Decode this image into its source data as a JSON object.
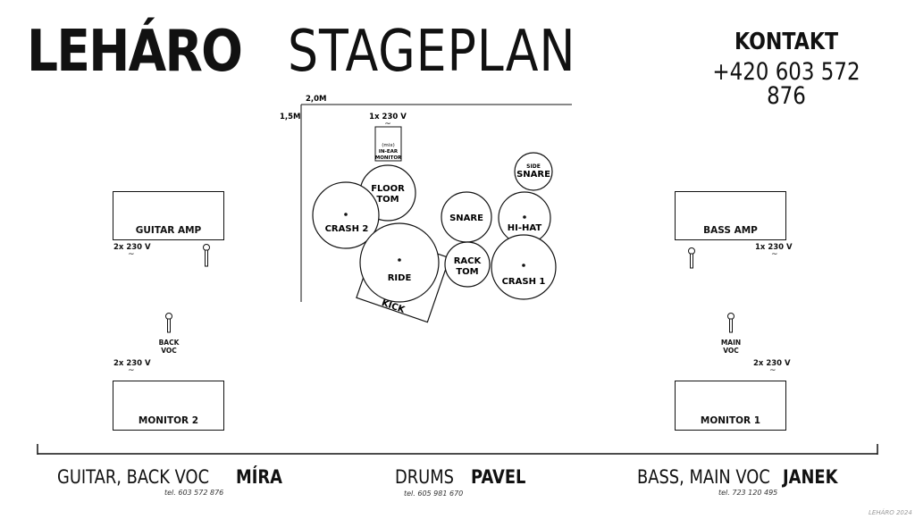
{
  "header": {
    "brand": "LEHÁRO",
    "title": "STAGEPLAN",
    "contact_label": "KONTAKT",
    "contact_phone": "+420 603 572 876"
  },
  "riser": {
    "width_label": "2,0M",
    "depth_label": "1,5M",
    "power_label": "1x 230 V",
    "power_symbol": "~",
    "in_ear_prefix": "(mix)",
    "in_ear_line1": "IN-EAR",
    "in_ear_line2": "MONITOR"
  },
  "drums": {
    "floor_tom_1": "FLOOR",
    "floor_tom_2": "TOM",
    "crash2": "CRASH 2",
    "ride": "RIDE",
    "kick": "KICK",
    "snare": "SNARE",
    "rack_tom_1": "RACK",
    "rack_tom_2": "TOM",
    "side_snare_1": "SIDE",
    "side_snare_2": "SNARE",
    "hihat": "HI-HAT",
    "crash1": "CRASH 1"
  },
  "left": {
    "amp_label": "GUITAR AMP",
    "amp_power": "2x 230 V",
    "mic_label_1": "BACK",
    "mic_label_2": "VOC",
    "monitor_power": "2x 230 V",
    "monitor_label": "MONITOR 2",
    "tilde": "~"
  },
  "right": {
    "amp_label": "BASS AMP",
    "amp_power": "1x 230 V",
    "mic_label_1": "MAIN",
    "mic_label_2": "VOC",
    "monitor_power": "2x 230 V",
    "monitor_label": "MONITOR 1",
    "tilde": "~"
  },
  "footer": {
    "left_role": "GUITAR, BACK VOC",
    "left_name": "MÍRA",
    "left_tel": "tel. 603 572 876",
    "center_role": "DRUMS",
    "center_name": "PAVEL",
    "center_tel": "tel. 605 981 670",
    "right_role": "BASS, MAIN VOC",
    "right_name": "JANEK",
    "right_tel": "tel. 723 120 495",
    "copyright": "LEHÁRO 2024"
  }
}
